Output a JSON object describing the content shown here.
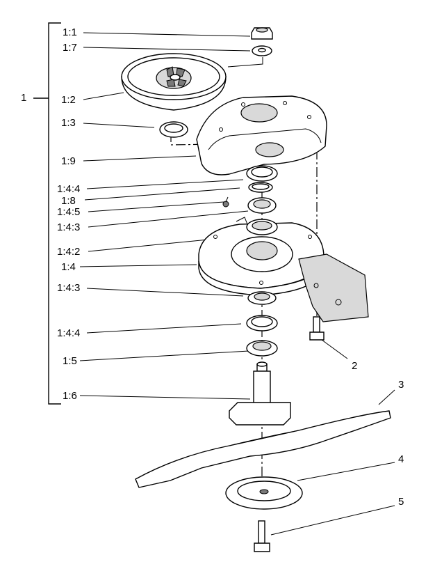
{
  "labels": {
    "l1": "1",
    "l1_1": "1:1",
    "l1_7": "1:7",
    "l1_2": "1:2",
    "l1_3": "1:3",
    "l1_9": "1:9",
    "l1_4_4a": "1:4:4",
    "l1_8": "1:8",
    "l1_4_5": "1:4:5",
    "l1_4_3a": "1:4:3",
    "l1_4_2": "1:4:2",
    "l1_4": "1:4",
    "l1_4_3b": "1:4:3",
    "l1_4_4b": "1:4:4",
    "l1_5": "1:5",
    "l1_6": "1:6",
    "l2": "2",
    "l3": "3",
    "l4": "4",
    "l5": "5"
  }
}
